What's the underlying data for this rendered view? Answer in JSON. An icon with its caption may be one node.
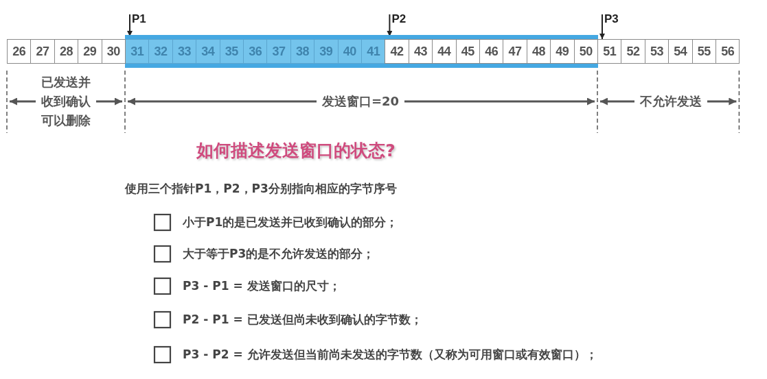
{
  "diagram": {
    "title": "如何描述发送窗口的状态?",
    "nodes": [
      {
        "text": [],
        "shape": "bar"
      },
      {
        "text": [
          "26"
        ]
      },
      {
        "text": [
          "27"
        ]
      },
      {
        "text": [
          "28"
        ]
      },
      {
        "text": [
          "29"
        ]
      },
      {
        "text": [
          "30"
        ]
      },
      {
        "text": [
          "31"
        ],
        "in": 0
      },
      {
        "text": [
          "32"
        ],
        "in": 0
      },
      {
        "text": [
          "33"
        ],
        "in": 0
      },
      {
        "text": [
          "34"
        ],
        "in": 0
      },
      {
        "text": [
          "35"
        ],
        "in": 0
      },
      {
        "text": [
          "36"
        ],
        "in": 0
      },
      {
        "text": [
          "37"
        ],
        "in": 0
      },
      {
        "text": [
          "38"
        ],
        "in": 0
      },
      {
        "text": [
          "39"
        ],
        "in": 0
      },
      {
        "text": [
          "40"
        ],
        "in": 0
      },
      {
        "text": [
          "41"
        ],
        "in": 0
      },
      {
        "text": [
          "42"
        ],
        "in": 0
      },
      {
        "text": [
          "43"
        ],
        "in": 0
      },
      {
        "text": [
          "44"
        ],
        "in": 0
      },
      {
        "text": [
          "45"
        ],
        "in": 0
      },
      {
        "text": [
          "46"
        ],
        "in": 0
      },
      {
        "text": [
          "47"
        ],
        "in": 0
      },
      {
        "text": [
          "48"
        ],
        "in": 0
      },
      {
        "text": [
          "49"
        ],
        "in": 0
      },
      {
        "text": [
          "50"
        ],
        "in": 0
      },
      {
        "text": [
          "51"
        ]
      },
      {
        "text": [
          "52"
        ]
      },
      {
        "text": [
          "53"
        ]
      },
      {
        "text": [
          "54"
        ]
      },
      {
        "text": [
          "55"
        ]
      },
      {
        "text": [
          "56"
        ]
      },
      {
        "text": [
          "P1"
        ]
      },
      {
        "text": [
          "P2"
        ]
      },
      {
        "text": [
          "P3"
        ]
      }
    ],
    "edges": [
      {
        "from": 32,
        "to": 6,
        "arrow": "to"
      },
      {
        "from": 33,
        "to": 17,
        "arrow": "to"
      },
      {
        "from": 34,
        "to": 26,
        "arrow": "to"
      }
    ],
    "labels": [
      "已发送并收到确认可以删除",
      "发送窗口=20",
      "不允许发送",
      "使用三个指针P1，P2，P3分别指向相应的字节序号",
      "小于P1的是已发送并已收到确认的部分；",
      "大于等于P3的是不允许发送的部分；",
      "P3 - P1 = 发送窗口的尺寸；",
      "P2 - P1 = 已发送但尚未收到确认的字节数；",
      "P3 - P2 = 允许发送但当前尚未发送的字节数（又称为可用窗口或有效窗口）；"
    ]
  }
}
